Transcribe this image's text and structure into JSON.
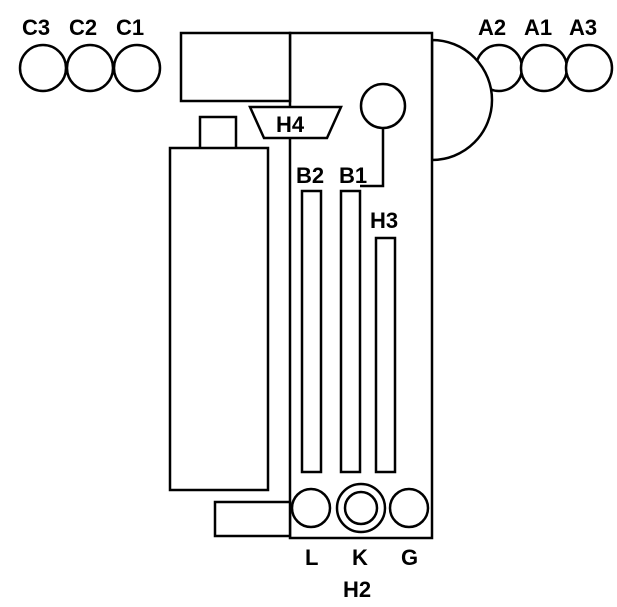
{
  "labels": {
    "c3": "C3",
    "c2": "C2",
    "c1": "C1",
    "a2": "A2",
    "a1": "A1",
    "a3": "A3",
    "h4": "H4",
    "b2": "B2",
    "b1": "B1",
    "h3": "H3",
    "l": "L",
    "k": "K",
    "g": "G",
    "h2": "H2"
  }
}
